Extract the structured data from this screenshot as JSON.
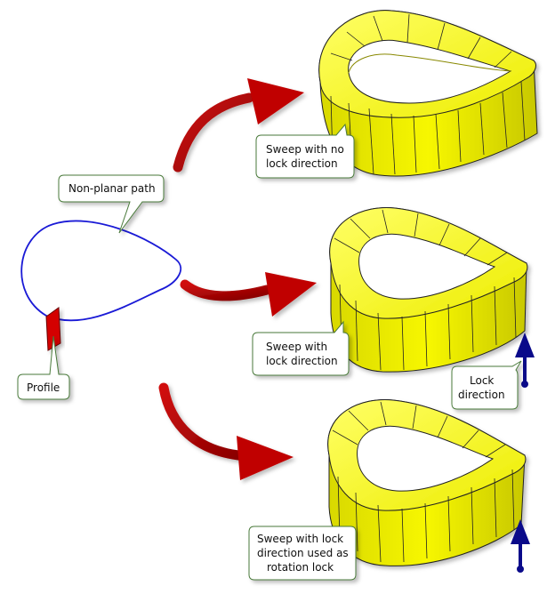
{
  "diagram": {
    "labels": {
      "non_planar_path": "Non-planar path",
      "profile": "Profile",
      "sweep_no_lock_line1": "Sweep with no",
      "sweep_no_lock_line2": "lock direction",
      "sweep_lock_line1": "Sweep with",
      "sweep_lock_line2": "lock direction",
      "lock_direction_line1": "Lock",
      "lock_direction_line2": "direction",
      "sweep_rotation_line1": "Sweep with lock",
      "sweep_rotation_line2": "direction used as",
      "sweep_rotation_line3": "rotation lock"
    },
    "colors": {
      "path": "#1a1ad6",
      "profile": "#d40000",
      "arrow": "#b00000",
      "solid": "#f5f500",
      "solid_shade": "#c9c900",
      "solid_inner": "#e8e800",
      "edge": "#222222",
      "lock_arrow": "#0a0a8a",
      "callout_border": "#4a7a3a",
      "callout_fill": "#ffffff"
    }
  }
}
